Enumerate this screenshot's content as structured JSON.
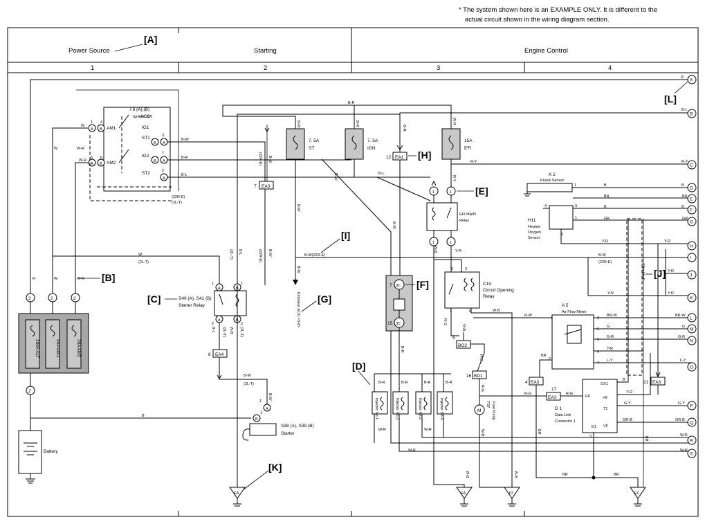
{
  "note": {
    "line1": "* The system shown here is an EXAMPLE ONLY. It is different to the",
    "line2": "actual circuit shown in the wiring diagram section."
  },
  "header": {
    "sections": [
      "Power Source",
      "Starting",
      "Engine Control"
    ],
    "columns": [
      "1",
      "2",
      "3",
      "4"
    ]
  },
  "callouts": {
    "A": "[A]",
    "B": "[B]",
    "C": "[C]",
    "D": "[D]",
    "E": "[E]",
    "F": "[F]",
    "G": "[G]",
    "H": "[H]",
    "I": "[I]",
    "J": "[J]",
    "K": "[K]",
    "L": "[L]"
  },
  "components": {
    "ignition_sw": {
      "name": "I 6 (A),(B)",
      "desc": "Ignition SW",
      "terminals": [
        "ACC",
        "IG1",
        "ST1",
        "IG2",
        "ST2",
        "AM1",
        "AM2"
      ]
    },
    "starter_relay": {
      "name": "S40 (A), S41 (B)",
      "desc": "Starter Relay"
    },
    "starter": {
      "name": "S38 (A), S39 (B)",
      "desc": "Starter"
    },
    "battery": "Battery",
    "fuses": {
      "f1": "7. 5A",
      "f1b": "ST",
      "f2": "7. 5A",
      "f2b": "IGN",
      "f3": "15A",
      "f3b": "EFI"
    },
    "fusible": [
      "100A ALT",
      "40A AM1",
      "30A AM2"
    ],
    "efi_relay": [
      "EFI MAIN",
      "Relay"
    ],
    "cor": {
      "name": "C19",
      "desc1": "Circuit Opening",
      "desc2": "Relay"
    },
    "knock": {
      "name": "K 2",
      "desc": "Knock Sensor"
    },
    "o2": {
      "name": "H11",
      "desc1": "Heated",
      "desc2": "Oxygen",
      "desc3": "Sensor"
    },
    "afm": {
      "name": "A 5",
      "desc": "Air Flow Meter"
    },
    "dlc": {
      "name": "D 1",
      "desc1": "Data Link",
      "desc2": "Connector 1",
      "pins": [
        "OX1",
        "+B",
        "FP",
        "T1",
        "VF",
        "E1"
      ]
    },
    "pump": {
      "name": "F37",
      "desc": "Fuel Pump"
    },
    "injectors": [
      "Injector No.1",
      "Injector No.2",
      "Injector No.3",
      "Injector No.4"
    ],
    "injector_ids": [
      "I9",
      "I10",
      "I11",
      "I12"
    ],
    "emission": "Emission ECU <5-8>",
    "shielded": "(Shielded)"
  },
  "connectors": {
    "ea1": "EA1",
    "ea3": "EA3",
    "ea4": "EA4",
    "bo2": "BO2",
    "bd1": "BD1",
    "pin12": "12",
    "pin7": "7",
    "pin6": "6",
    "pin5": "5",
    "pin16": "16",
    "pin4": "4",
    "pin17": "17",
    "pin21": "21",
    "c3c": "3C",
    "pin15": "15"
  },
  "grounds": [
    "EA",
    "EA",
    "ID",
    "EC"
  ],
  "edge_terminals": [
    "A",
    "B",
    "C",
    "D",
    "E",
    "F",
    "G",
    "H",
    "I",
    "J",
    "K",
    "L",
    "M",
    "N",
    "O",
    "P",
    "Q",
    "R",
    "S"
  ],
  "wires": {
    "W": "W",
    "W-R": "W-R",
    "R": "R",
    "B": "B",
    "B-W": "B-W",
    "B-R": "B-R",
    "B-L": "B-L",
    "R-Y": "R-Y",
    "Y-R": "Y-R",
    "BR": "BR",
    "GR": "GR",
    "W-B": "W-B",
    "R-G": "R-G",
    "R-W": "R-W",
    "BR-W": "BR-W",
    "G": "G",
    "G-R": "G-R",
    "L-Y": "L-Y",
    "G-Y": "G-Y",
    "GR-B": "GR-B",
    "B-W22": "B-W(22R-E)",
    "W2LT": "(2L-T)",
    "R22E": "(22R-E)",
    "L2T": "(2L-T)",
    "BL2LT": "B-L",
    "YR22E": "(22R-E)"
  }
}
